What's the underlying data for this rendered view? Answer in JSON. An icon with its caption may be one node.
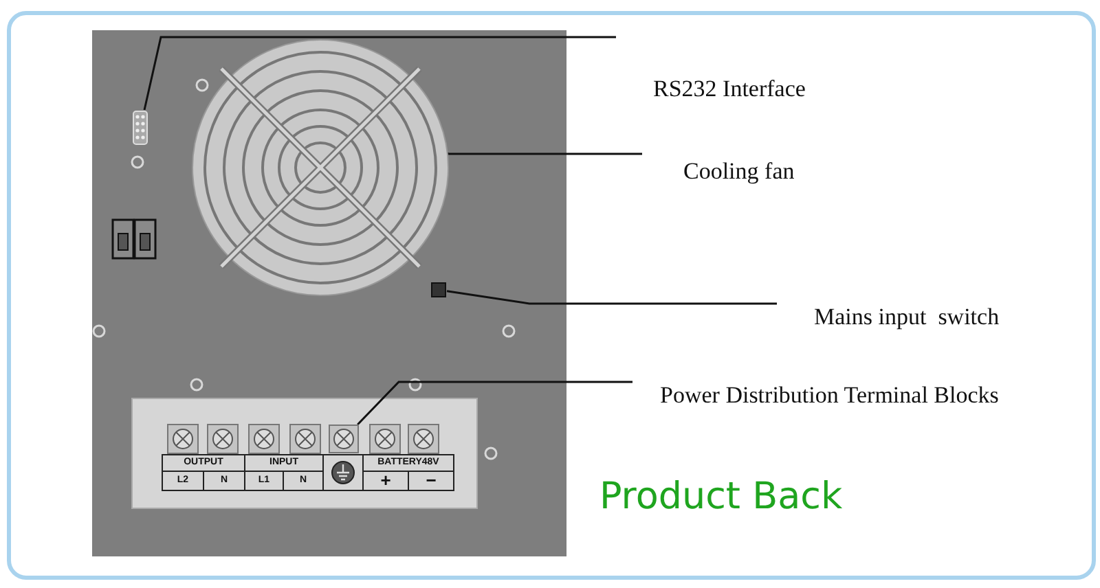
{
  "diagram": {
    "caption": "Product Back",
    "nodes": [
      {
        "text": [
          "RS232 Interface"
        ]
      },
      {
        "text": [
          "Cooling fan"
        ]
      },
      {
        "text": [
          "Mains input  switch"
        ]
      },
      {
        "text": [
          "Power Distribution Terminal Blocks"
        ]
      },
      {
        "text": [],
        "shape": "box"
      },
      {
        "text": [],
        "shape": "circle"
      },
      {
        "text": [],
        "shape": "box"
      },
      {
        "text": [],
        "shape": "box"
      }
    ],
    "edges": [
      {
        "from": 0,
        "to": 4,
        "arrow": "none"
      },
      {
        "from": 1,
        "to": 5,
        "arrow": "none"
      },
      {
        "from": 2,
        "to": 6,
        "arrow": "none"
      },
      {
        "from": 3,
        "to": 7,
        "arrow": "none"
      }
    ],
    "labels": [
      "OUTPUT",
      "INPUT",
      "BATTERY48V",
      "L2",
      "N",
      "L1",
      "N",
      "+",
      "−"
    ]
  }
}
